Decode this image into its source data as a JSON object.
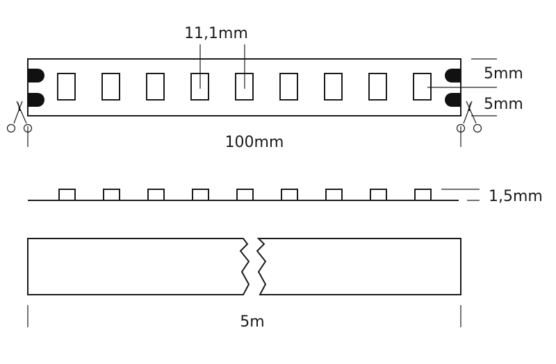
{
  "labels": {
    "led_pitch": "11,1mm",
    "pad_top": "5mm",
    "pad_bottom": "5mm",
    "cut_length": "100mm",
    "thickness": "1,5mm",
    "total_length": "5m"
  },
  "strip": {
    "led_count": 9,
    "cut_marker_icon": "scissors-icon",
    "break_symbol": "zigzag-break",
    "color": "#1a1a1a"
  }
}
